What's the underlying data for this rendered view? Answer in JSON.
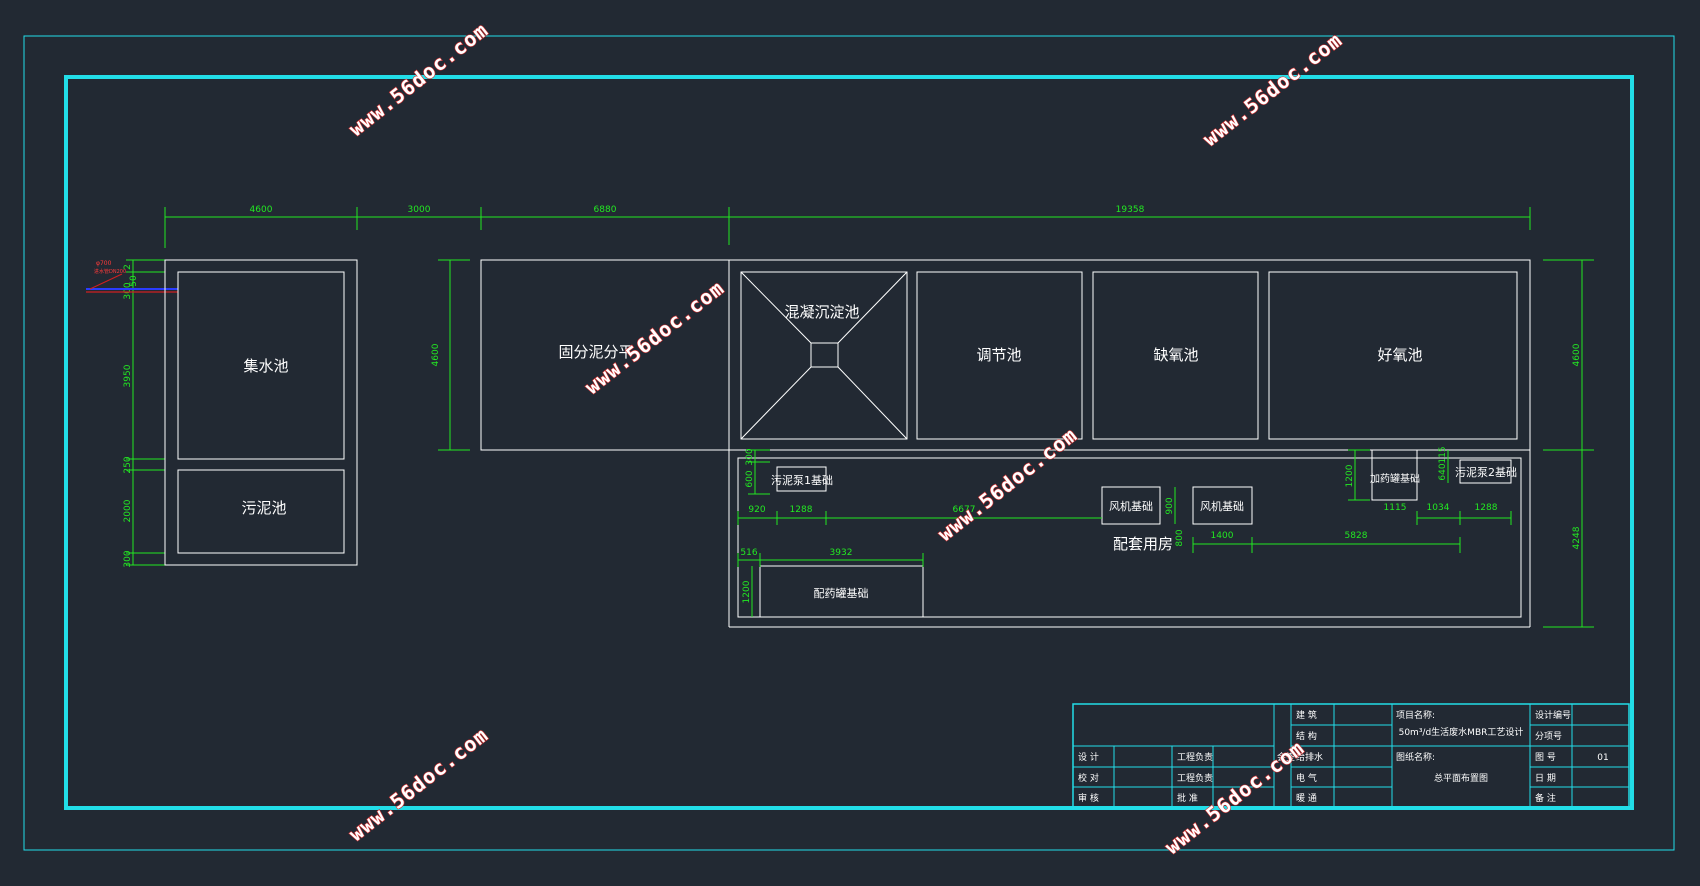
{
  "drawing": {
    "rooms": {
      "collection_tank": "集水池",
      "sludge_tank": "污泥池",
      "solid_liquid_separation": "固分泥分平",
      "coagulation_sedimentation": "混凝沉淀池",
      "regulating_tank": "调节池",
      "anoxic_tank": "缺氧池",
      "aerobic_tank": "好氧池",
      "auxiliary_room": "配套用房",
      "sludge_pump_1_base": "污泥泵1基础",
      "sludge_pump_2_base": "污泥泵2基础",
      "dosing_tank_base": "加药罐基础",
      "blower_base_1": "风机基础",
      "blower_base_2": "风机基础",
      "chemical_tank_base": "配药罐基础"
    },
    "dims_top": [
      "4600",
      "3000",
      "6880",
      "19358"
    ],
    "dims_left": [
      "3950",
      "250",
      "2000",
      "300"
    ],
    "dims_left_small": [
      "2",
      "50",
      "300"
    ],
    "dims_inner_left": "4600",
    "dims_right": [
      "4600",
      "4248"
    ],
    "dims_room": {
      "d300": "300",
      "d600": "600",
      "d920": "920",
      "d1288": "1288",
      "d6677": "6677",
      "d900": "900",
      "d1400": "1400",
      "d5828": "5828",
      "d1200a": "1200",
      "d1115": "1115",
      "d1034": "1034",
      "d1288b": "1288",
      "d640": "640",
      "d115": "115",
      "d516": "516",
      "d3932": "3932",
      "d1200b": "1200",
      "d800": "800"
    },
    "pipe_label_1": "φ700",
    "pipe_label_2": "进水管DN200"
  },
  "title_block": {
    "design": "设 计",
    "check": "校 对",
    "review": "审 核",
    "engineer": "工程负责",
    "tech_lead": "工程负责",
    "approve": "批 准",
    "countersign": "会签",
    "architecture": "建 筑",
    "structure": "结 构",
    "water": "给排水",
    "electrical": "电 气",
    "hvac": "暖 通",
    "project_label": "项目名称:",
    "project_name": "50m³/d生活废水MBR工艺设计",
    "drawing_label": "图纸名称:",
    "drawing_name": "总平面布置图",
    "design_no": "设计编号",
    "sub_no": "分项号",
    "sheet_no": "图 号",
    "sheet_value": "01",
    "date": "日 期",
    "remark": "备 注"
  },
  "watermarks": [
    "www.56doc.com",
    "www.56doc.com",
    "www.56doc.com",
    "www.56doc.com",
    "www.56doc.com",
    "www.56doc.com"
  ]
}
